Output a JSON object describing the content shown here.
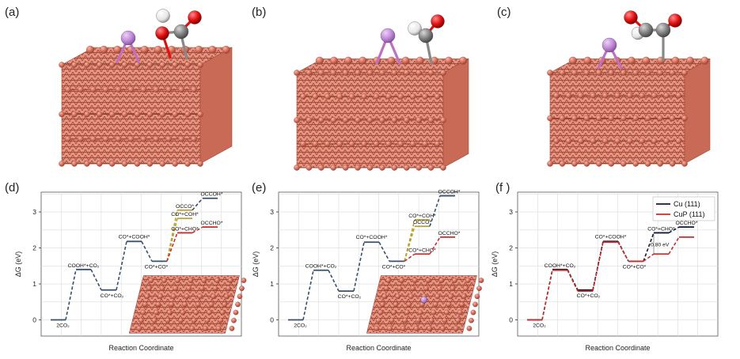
{
  "panels": {
    "a": "(a)",
    "b": "(b)",
    "c": "(c)",
    "d": "(d)",
    "e": "(e)",
    "f": "(f )"
  },
  "colors": {
    "copper": "#d9735f",
    "copper_dark": "#a44a3a",
    "phosphorus": "#c18ad9",
    "carbon": "#808080",
    "oxygen": "#e01010",
    "hydrogen": "#e6e6e6",
    "path_blue": "#3a4f6e",
    "path_red": "#cc2b2b",
    "path_olive": "#b5a12b",
    "cu_line": "#111a33"
  },
  "chart_data": [
    {
      "panel": "d",
      "type": "line",
      "xlabel": "Reaction Coordinate",
      "ylabel": "ΔG (eV)",
      "ylim": [
        -0.45,
        3.55
      ],
      "yticks": [
        0,
        1,
        2,
        3
      ],
      "grid": true,
      "legend": null,
      "main_steps": [
        {
          "label": "2CO2",
          "y": 0.0
        },
        {
          "label": "COOH*+CO2",
          "y": 1.4
        },
        {
          "label": "CO*+CO2",
          "y": 0.83
        },
        {
          "label": "CO*+COOH*",
          "y": 2.18
        },
        {
          "label": "CO*+CO*",
          "y": 1.63
        }
      ],
      "branches": [
        {
          "label": "OCCO*",
          "y": 3.05,
          "color": "olive"
        },
        {
          "label": "CO*+COH*",
          "y": 2.82,
          "color": "olive"
        },
        {
          "label": "CO*+CHO*",
          "y": 2.42,
          "color": "red"
        },
        {
          "label": "OCCOH*",
          "y": 3.38,
          "color": "blue",
          "from": "OCCO*"
        },
        {
          "label": "OCCHO*",
          "y": 2.58,
          "color": "red",
          "from": "CO*+CHO*"
        }
      ]
    },
    {
      "panel": "e",
      "type": "line",
      "xlabel": "Reaction Coordinate",
      "ylabel": "ΔG (eV)",
      "ylim": [
        -0.45,
        3.55
      ],
      "yticks": [
        0,
        1,
        2,
        3
      ],
      "grid": true,
      "legend": null,
      "main_steps": [
        {
          "label": "2CO2",
          "y": 0.0
        },
        {
          "label": "COOH*+CO2",
          "y": 1.38
        },
        {
          "label": "CO*+CO2",
          "y": 0.8
        },
        {
          "label": "CO*+COOH*",
          "y": 2.16
        },
        {
          "label": "CO*+CO*",
          "y": 1.63
        }
      ],
      "branches": [
        {
          "label": "CO*+COH*",
          "y": 2.78,
          "color": "olive"
        },
        {
          "label": "OCCO*",
          "y": 2.6,
          "color": "olive"
        },
        {
          "label": "CO*+CHO*",
          "y": 1.83,
          "color": "red"
        },
        {
          "label": "OCCOH*",
          "y": 3.45,
          "color": "blue",
          "from": "OCCO*"
        },
        {
          "label": "OCCHO*",
          "y": 2.3,
          "color": "red",
          "from": "CO*+CHO*"
        }
      ]
    },
    {
      "panel": "f",
      "type": "line",
      "xlabel": "Reaction Coordinate",
      "ylabel": "ΔG (eV)",
      "ylim": [
        -0.45,
        3.55
      ],
      "yticks": [
        0,
        1,
        2,
        3
      ],
      "grid": true,
      "legend": "top-right",
      "series": [
        {
          "name": "Cu (111)",
          "values": [
            0.0,
            1.4,
            0.83,
            2.18,
            1.63,
            2.42,
            2.58
          ]
        },
        {
          "name": "CuP (111)",
          "values": [
            0.0,
            1.38,
            0.8,
            2.16,
            1.63,
            1.83,
            2.3
          ]
        }
      ],
      "step_labels": [
        "2CO2",
        "COOH*+CO2",
        "CO*+CO2",
        "CO*+COOH*",
        "CO*+CO*",
        "CO*+CHO*",
        "OCCHO*"
      ],
      "annotation": "0.80 eV"
    }
  ]
}
